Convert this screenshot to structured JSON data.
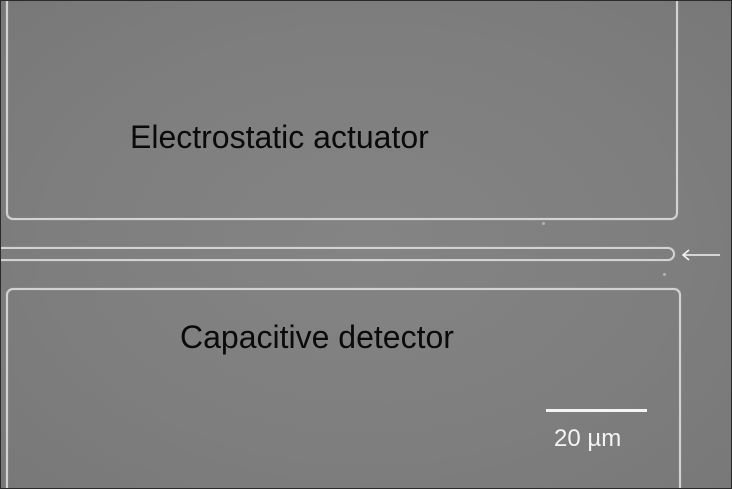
{
  "labels": {
    "top_electrode": "Electrostatic actuator",
    "bottom_electrode": "Capacitive detector"
  },
  "scale_bar": {
    "label": "20 µm"
  },
  "colors": {
    "background": "#7d7d7d",
    "edge_highlight": "#d2d2d2",
    "label_text": "#0a0a0a",
    "scale_bar": "#f4f4f4"
  },
  "icons": {
    "beam_pointer": "left-arrow-icon"
  }
}
